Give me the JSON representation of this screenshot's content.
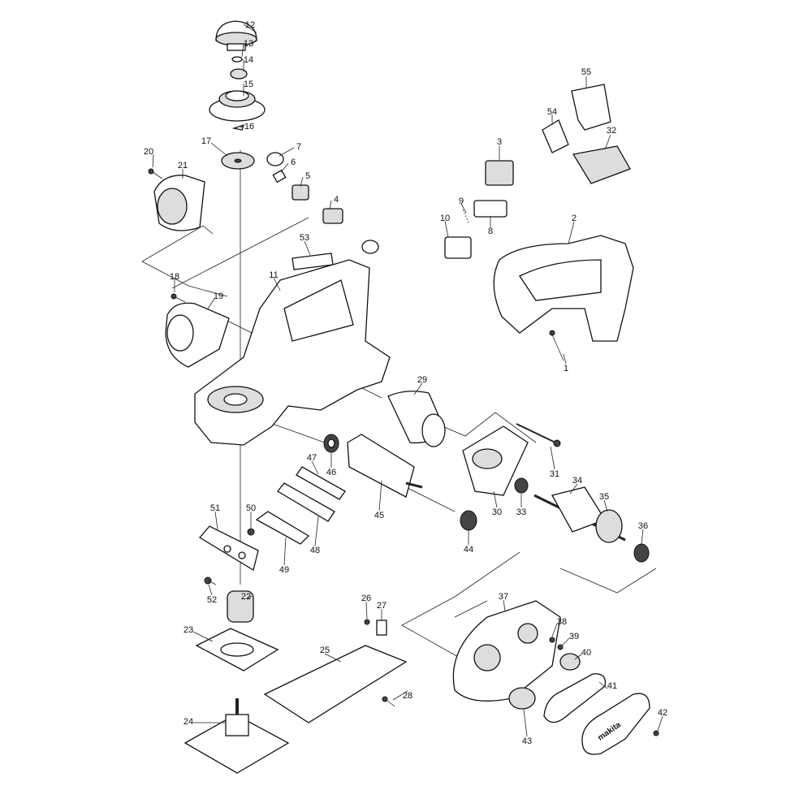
{
  "diagram": {
    "type": "exploded parts diagram",
    "labels": {
      "1": "1",
      "2": "2",
      "3": "3",
      "4": "4",
      "5": "5",
      "6": "6",
      "7": "7",
      "8": "8",
      "9": "9",
      "10": "10",
      "11": "11",
      "12": "12",
      "13": "13",
      "14": "14",
      "15": "15",
      "16": "16",
      "17": "17",
      "18": "18",
      "19": "19",
      "20": "20",
      "21": "21",
      "22": "22",
      "23": "23",
      "24": "24",
      "25": "25",
      "26": "26",
      "27": "27",
      "28": "28",
      "29": "29",
      "30": "30",
      "31": "31",
      "32": "32",
      "33": "33",
      "34": "34",
      "35": "35",
      "36": "36",
      "37": "37",
      "38": "38",
      "39": "39",
      "40": "40",
      "41": "41",
      "42": "42",
      "43": "43",
      "44": "44",
      "45": "45",
      "46": "46",
      "47": "47",
      "48": "48",
      "49": "49",
      "50": "50",
      "51": "51",
      "52": "52",
      "53": "53",
      "54": "54",
      "55": "55"
    },
    "logo_text": "makita"
  }
}
